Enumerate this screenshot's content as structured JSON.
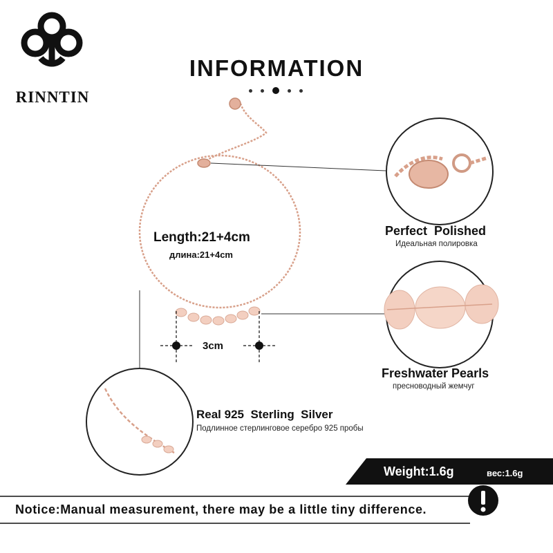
{
  "brand": {
    "name": "RINNTIN"
  },
  "header": {
    "title": "INFORMATION",
    "page_dots": 5,
    "active_dot": 3
  },
  "product": {
    "length_label": "Length:21+4cm",
    "length_label_ru": "длина:21+4cm",
    "pearl_segment_label": "3cm"
  },
  "features": {
    "polished": {
      "title": "Perfect  Polished",
      "subtitle": "Идеальная полировка"
    },
    "pearls": {
      "title": "Freshwater Pearls",
      "subtitle": "пресноводный жемчуг"
    },
    "silver": {
      "title": "Real 925  Sterling  Silver",
      "subtitle": "Подлинное стерлинговое серебро 925 пробы"
    }
  },
  "weight": {
    "label": "Weight:1.6g",
    "label_ru": "вес:1.6g"
  },
  "notice": {
    "text": "Notice:Manual measurement, there may be a little tiny difference.",
    "icon": "exclamation-icon"
  },
  "colors": {
    "rose_gold": "#d8a08a",
    "pearl": "#f3cfc0",
    "black": "#111111"
  }
}
